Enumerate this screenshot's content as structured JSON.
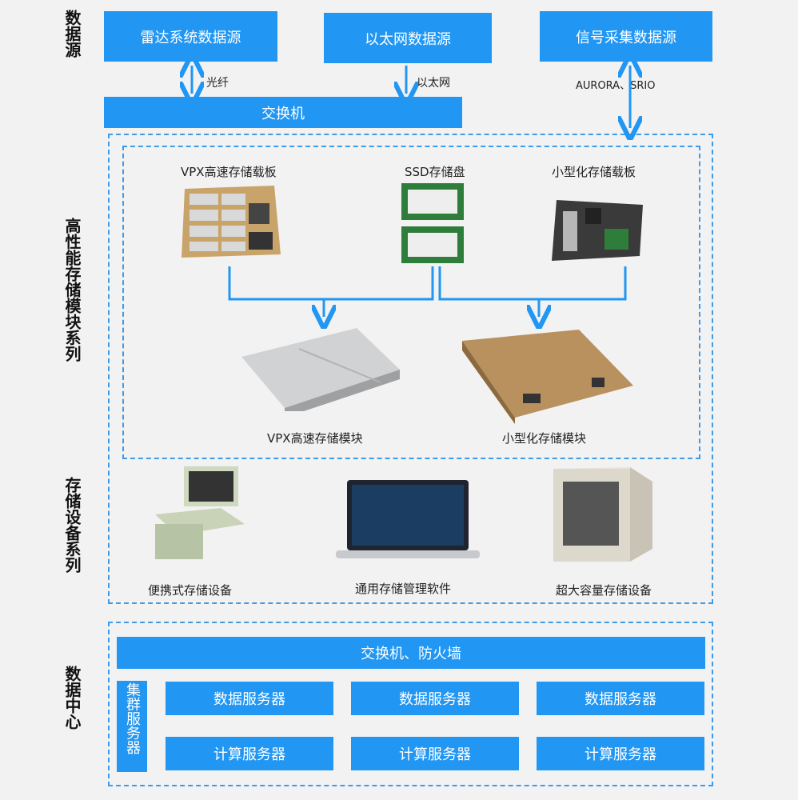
{
  "sections": {
    "sources": "数据源",
    "storage_modules": "高性能存储模块系列",
    "storage_devices": "存储设备系列",
    "data_center": "数据中心"
  },
  "sources": {
    "radar": "雷达系统数据源",
    "ethernet": "以太网数据源",
    "signal": "信号采集数据源",
    "switch": "交换机",
    "link_fiber": "光纤",
    "link_ethernet": "以太网",
    "link_aurora": "AURORA、SRIO"
  },
  "modules": {
    "vpx_board": "VPX高速存储载板",
    "ssd": "SSD存储盘",
    "mini_board": "小型化存储载板",
    "vpx_module": "VPX高速存储模块",
    "mini_module": "小型化存储模块"
  },
  "devices": {
    "portable": "便携式存储设备",
    "software": "通用存储管理软件",
    "large": "超大容量存储设备"
  },
  "datacenter": {
    "firewall": "交换机、防火墙",
    "cluster": "集群服务器",
    "data_servers": [
      "数据服务器",
      "数据服务器",
      "数据服务器"
    ],
    "compute_servers": [
      "计算服务器",
      "计算服务器",
      "计算服务器"
    ]
  },
  "colors": {
    "accent": "#2196f3",
    "dash": "#3d9be9",
    "background": "#f2f2f2"
  }
}
